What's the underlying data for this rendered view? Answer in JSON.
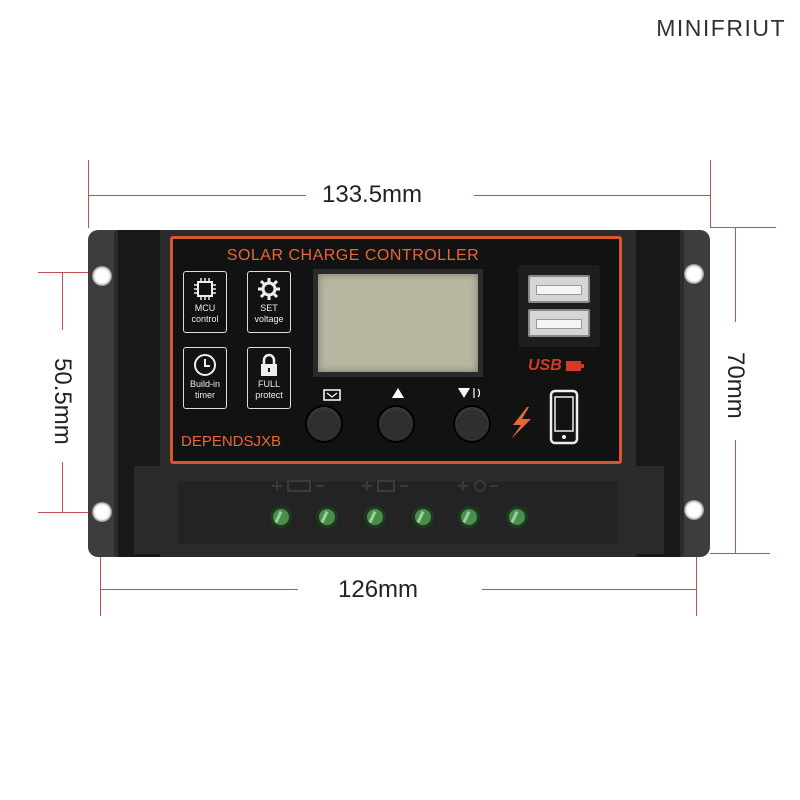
{
  "watermark": "MINIFRIUT",
  "dimensions": {
    "overall_width": "133.5mm",
    "mount_width": "126mm",
    "mount_height": "50.5mm",
    "overall_height": "70mm"
  },
  "device": {
    "panel_title": "SOLAR CHARGE CONTROLLER",
    "brand": "DEPENDSJXB",
    "features": [
      {
        "icon": "chip-icon",
        "label_line1": "MCU",
        "label_line2": "control"
      },
      {
        "icon": "gear-icon",
        "label_line1": "SET",
        "label_line2": "voltage"
      },
      {
        "icon": "clock-icon",
        "label_line1": "Build-in",
        "label_line2": "timer"
      },
      {
        "icon": "lock-icon",
        "label_line1": "FULL",
        "label_line2": "protect"
      }
    ],
    "usb_label": "USB",
    "buttons": [
      {
        "icon": "menu-icon"
      },
      {
        "icon": "up-arrow-icon"
      },
      {
        "icon": "down-arrow-icon"
      }
    ],
    "terminal_count": 6,
    "colors": {
      "accent": "#d9582b",
      "usb_text": "#d23a2a",
      "terminal": "#4a8e4d"
    }
  }
}
